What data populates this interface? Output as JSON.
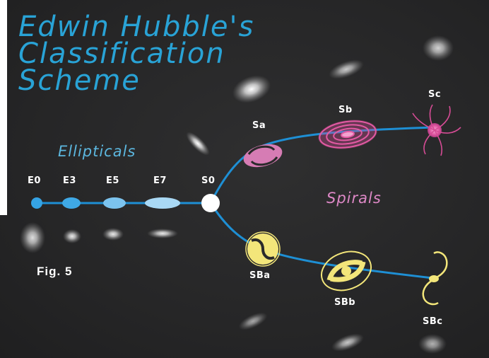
{
  "title": {
    "line1": "Edwin Hubble's",
    "line2": "Classification",
    "line3": "Scheme"
  },
  "groups": {
    "ellipticals": "Ellipticals",
    "spirals": "Spirals"
  },
  "classes": {
    "E0": "E0",
    "E3": "E3",
    "E5": "E5",
    "E7": "E7",
    "S0": "S0",
    "Sa": "Sa",
    "Sb": "Sb",
    "Sc": "Sc",
    "SBa": "SBa",
    "SBb": "SBb",
    "SBc": "SBc"
  },
  "figure_label": "Fig. 5",
  "colors": {
    "background": "#262627",
    "title": "#29a3d6",
    "ellipticals": "#5cb7df",
    "spirals": "#dd88c6",
    "track": "#1e8fd4",
    "elliptical_node": "#35a3e4",
    "spiral_pink": "#e35aa4",
    "barred_yellow": "#f3e67a"
  }
}
